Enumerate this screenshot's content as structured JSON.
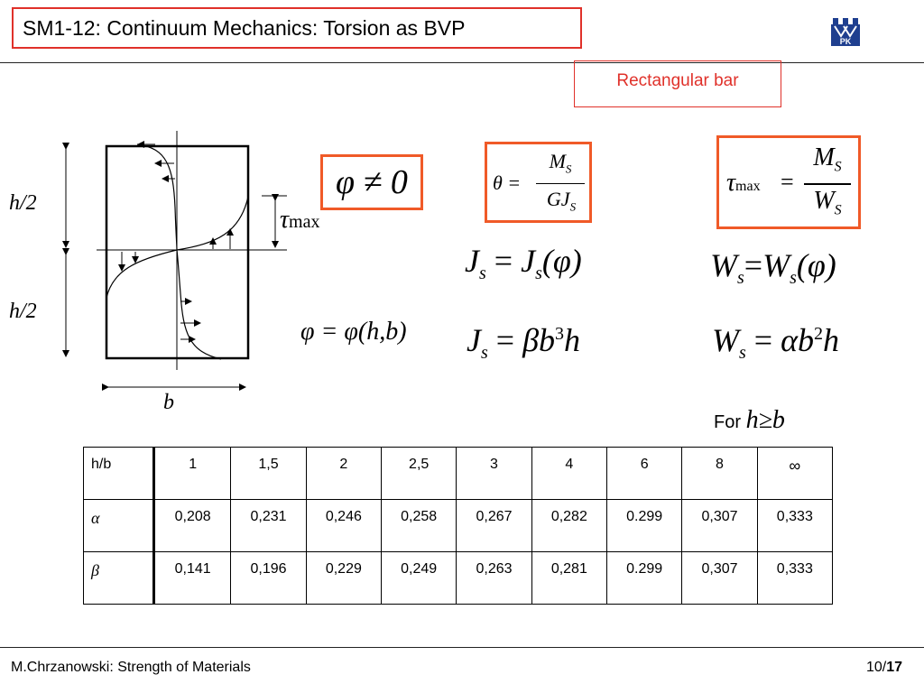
{
  "header": {
    "title": "SM1-12: Continuum Mechanics: Torsion as BVP",
    "logo_text": "PK"
  },
  "tag": "Rectangular bar",
  "diagram": {
    "h_half_top": "h/2",
    "h_half_bottom": "h/2",
    "width_label": "b",
    "tau_symbol": "τ",
    "tau_subscript": "max"
  },
  "formulas": {
    "phi_ne_zero": "φ ≠ 0",
    "phi_def": "φ = φ(h,b)",
    "theta": {
      "lhs": "θ =",
      "num": "M",
      "num_sub": "S",
      "den": "GJ",
      "den_sub": "S"
    },
    "tau_max": {
      "lhs_sym": "τ",
      "lhs_sub": "max",
      "eq": "=",
      "num": "M",
      "num_sub": "S",
      "den": "W",
      "den_sub": "S"
    },
    "js_phi": {
      "a": "J",
      "a_sub": "s",
      "eq": "=",
      "b": "J",
      "b_sub": "s",
      "arg": "(φ)"
    },
    "ws_phi": {
      "a": "W",
      "a_sub": "s",
      "eq": "=",
      "b": "W",
      "b_sub": "s",
      "arg": "(φ)"
    },
    "js_beta": {
      "a": "J",
      "a_sub": "s",
      "eq": "=",
      "rhs": "βb",
      "pow": "3",
      "tail": "h"
    },
    "ws_alpha": {
      "a": "W",
      "a_sub": "s",
      "eq": "=",
      "rhs": "αb",
      "pow": "2",
      "tail": "h"
    },
    "for_label": "For",
    "for_cond": "h≥b"
  },
  "table": {
    "rows": [
      [
        "h/b",
        "1",
        "1,5",
        "2",
        "2,5",
        "3",
        "4",
        "6",
        "8",
        "∞"
      ],
      [
        "α",
        "0,208",
        "0,231",
        "0,246",
        "0,258",
        "0,267",
        "0,282",
        "0.299",
        "0,307",
        "0,333"
      ],
      [
        "β",
        "0,141",
        "0,196",
        "0,229",
        "0,249",
        "0,263",
        "0,281",
        "0.299",
        "0,307",
        "0,333"
      ]
    ]
  },
  "footer": {
    "author": "M.Chrzanowski: Strength of Materials",
    "page": "10/",
    "total": "17"
  },
  "colors": {
    "accent_red": "#e0312a",
    "box_orange": "#f05a28",
    "logo_blue": "#1f3f8f"
  }
}
